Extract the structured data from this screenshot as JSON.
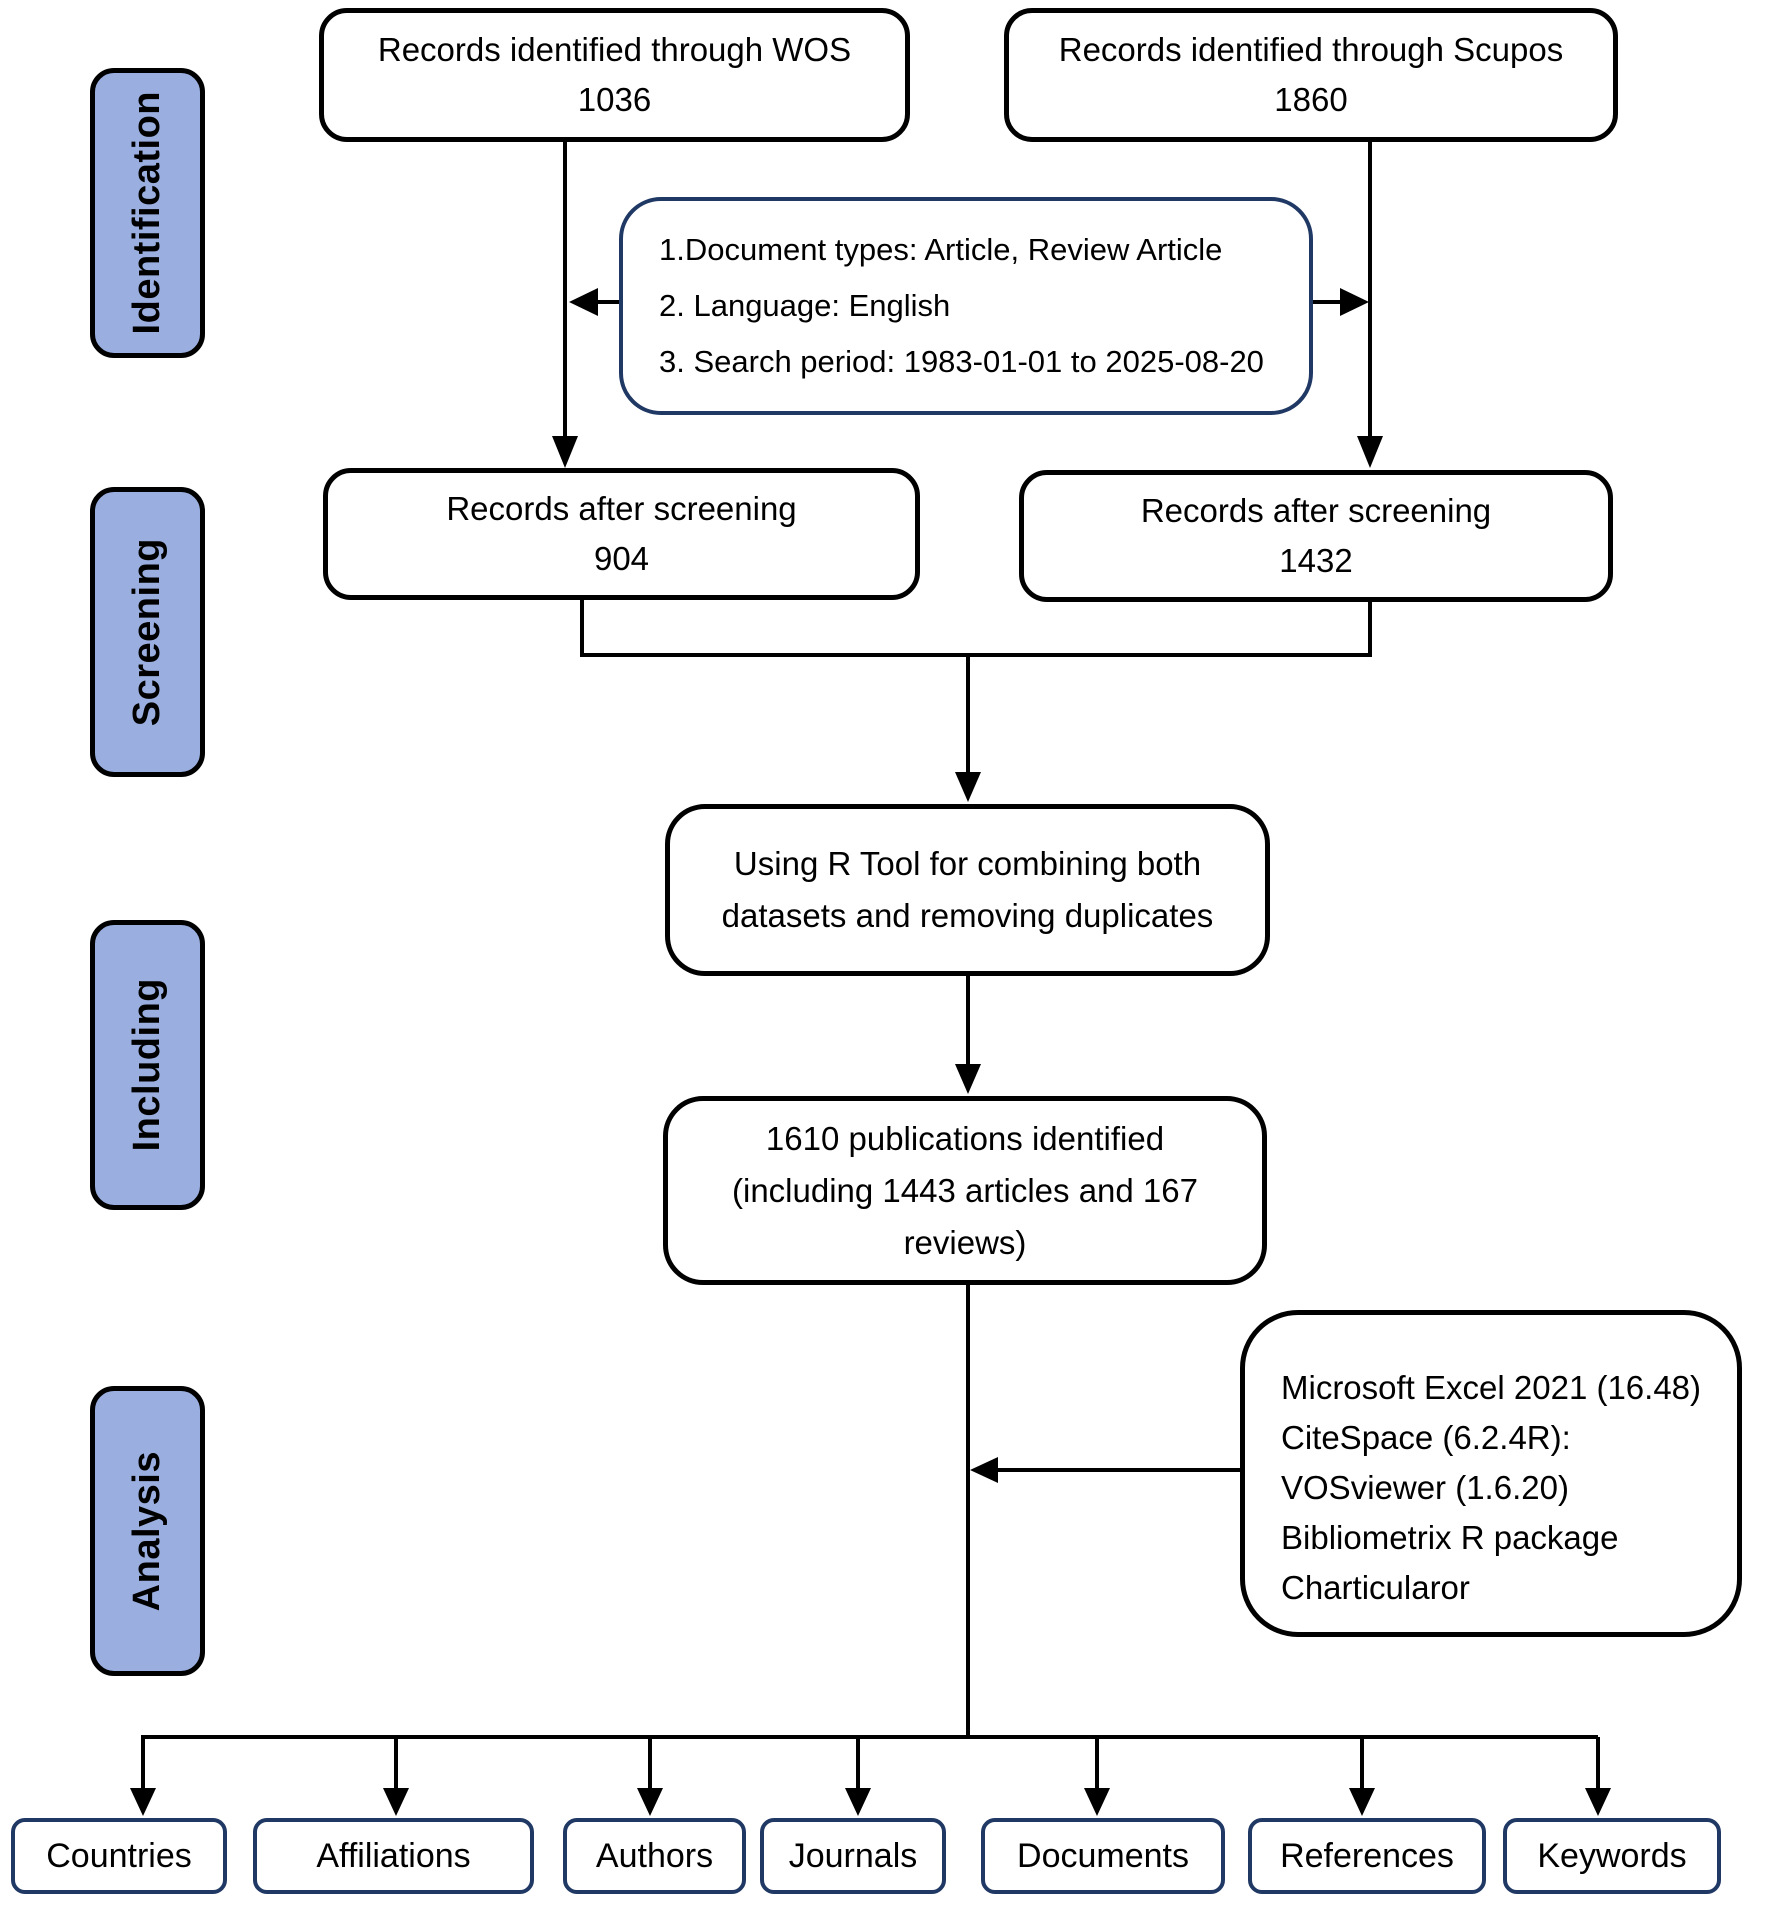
{
  "title": "PRISMA-style bibliometric flow diagram",
  "stages": [
    {
      "label": "Identification"
    },
    {
      "label": "Screening"
    },
    {
      "label": "Including"
    },
    {
      "label": "Analysis"
    }
  ],
  "boxes": {
    "wos": {
      "line1": "Records identified through WOS",
      "count": "1036"
    },
    "scopus": {
      "line1": "Records identified through Scupos",
      "count": "1860"
    },
    "criteria": {
      "items": [
        "1.Document types: Article, Review Article",
        "2. Language: English",
        "3. Search period: 1983-01-01 to 2025-08-20"
      ]
    },
    "wos_screened": {
      "line1": "Records after screening",
      "count": "904"
    },
    "scopus_screened": {
      "line1": "Records after screening",
      "count": "1432"
    },
    "merge": {
      "text": "Using R Tool for combining both datasets and removing duplicates"
    },
    "included": {
      "text": "1610 publications identified (including 1443 articles and 167 reviews)"
    },
    "tools": {
      "items": [
        "Microsoft Excel 2021 (16.48)",
        "CiteSpace (6.2.4R):",
        "VOSviewer (1.6.20)",
        "Bibliometrix R package",
        "Charticularor"
      ]
    }
  },
  "outputs": [
    "Countries",
    "Affiliations",
    "Authors",
    "Journals",
    "Documents",
    "References",
    "Keywords"
  ],
  "colors": {
    "stage_fill": "#9aafe0",
    "navy": "#1f3864",
    "line": "#000000"
  }
}
